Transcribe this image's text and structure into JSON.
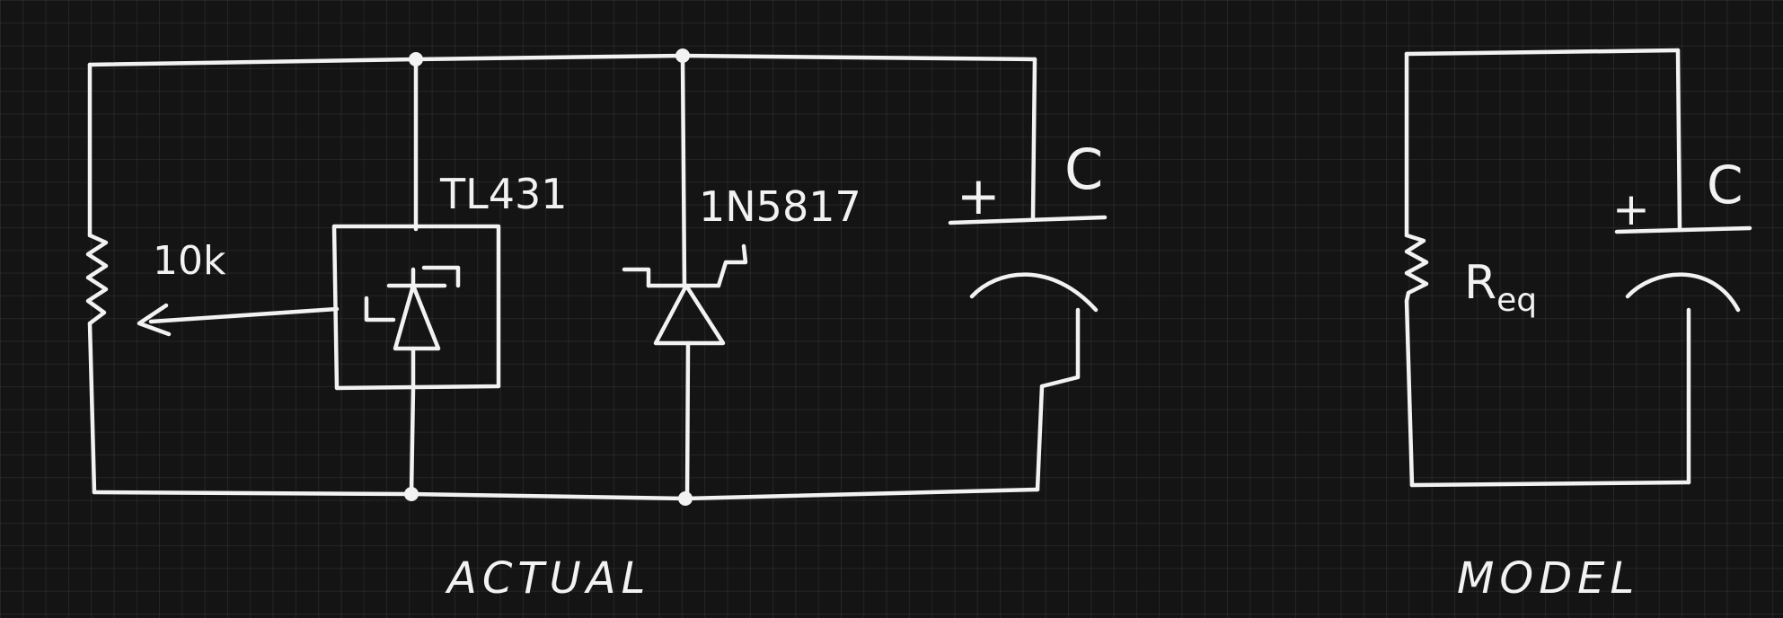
{
  "labels": {
    "tl431": "TL431",
    "diode": "1N5817",
    "pot": "10k",
    "cap_actual": "C",
    "cap_model": "C",
    "plus_actual": "+",
    "plus_model": "+",
    "req_main": "R",
    "req_sub": "eq",
    "actual": "ACTUAL",
    "model": "MODEL"
  },
  "colors": {
    "background": "#141414",
    "ink": "#f2f2f2",
    "grid": "#2a2a2a"
  }
}
